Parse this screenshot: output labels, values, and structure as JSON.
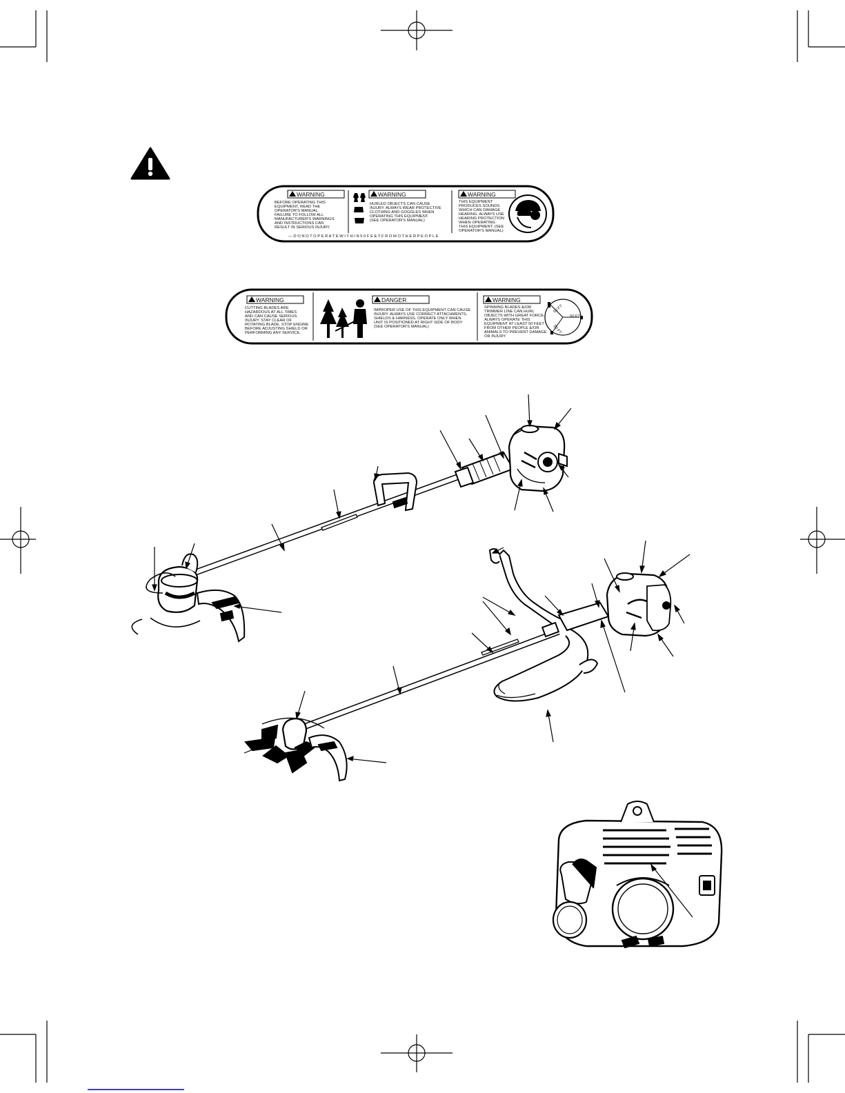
{
  "decal_1": {
    "panels": [
      {
        "header": "WARNING",
        "lines": [
          "BEFORE OPERATING THIS",
          "EQUIPMENT, READ THE",
          "OPERATOR'S MANUAL.",
          "FAILURE TO FOLLOW ALL",
          "MANUFACTURER'S WARNINGS",
          "AND INSTRUCTIONS CAN",
          "RESULT IN SERIOUS INJURY."
        ]
      },
      {
        "header": "WARNING",
        "lines": [
          "HURLED OBJECTS CAN CAUSE",
          "INJURY. ALWAYS WEAR PROTECTIVE",
          "CLOTHING AND GOGGLES WHEN",
          "OPERATING THIS EQUIPMENT.",
          "(SEE OPERATOR'S MANUAL)"
        ]
      },
      {
        "header": "WARNING",
        "lines": [
          "THIS EQUIPMENT",
          "PRODUCES SOUNDS",
          "WHICH CAN DAMAGE",
          "HEARING. ALWAYS USE",
          "HEARING PROTECTION",
          "WHEN OPERATING",
          "THIS EQUIPMENT. (SEE",
          "OPERATOR'S MANUAL)"
        ]
      }
    ],
    "footer": "— D O   N O T   O P E R A T E   W I T H I N   5 0   F E E T   F R O M   O T H E R   P E O P L E"
  },
  "decal_2": {
    "panels": [
      {
        "header": "WARNING",
        "lines": [
          "CUTTING BLADES ARE",
          "HAZARDOUS AT ALL TIMES",
          "AND CAN CAUSE SERIOUS",
          "INJURY. STAY CLEAR OF",
          "ROTATING BLADE. STOP ENGINE",
          "BEFORE ADJUSTING SHIELD OR",
          "PERFORMING ANY SERVICE."
        ]
      },
      {
        "header": "DANGER",
        "lines": [
          "IMPROPER USE OF THIS EQUIPMENT CAN CAUSE",
          "INJURY. ALWAYS USE CORRECT ATTACHMENTS,",
          "SHIELDS & HARNESS. OPERATE ONLY WHEN",
          "UNIT IS POSITIONED AT RIGHT SIDE OF BODY",
          "(SEE OPERATOR'S MANUAL)"
        ]
      },
      {
        "header": "WARNING",
        "lines": [
          "SPINNING BLADES &/OR",
          "TRIMMER LINE CAN HURL",
          "OBJECTS WITH GREAT FORCE.",
          "ALWAYS OPERATE THIS",
          "EQUIPMENT AT LEAST 50 FEET",
          "FROM OTHER PEOPLE &/OR",
          "ANIMALS TO PREVENT DAMAGE",
          "OR INJURY"
        ]
      }
    ],
    "dial_labels": [
      "50 FT",
      "50 FT",
      "50 FT"
    ]
  }
}
